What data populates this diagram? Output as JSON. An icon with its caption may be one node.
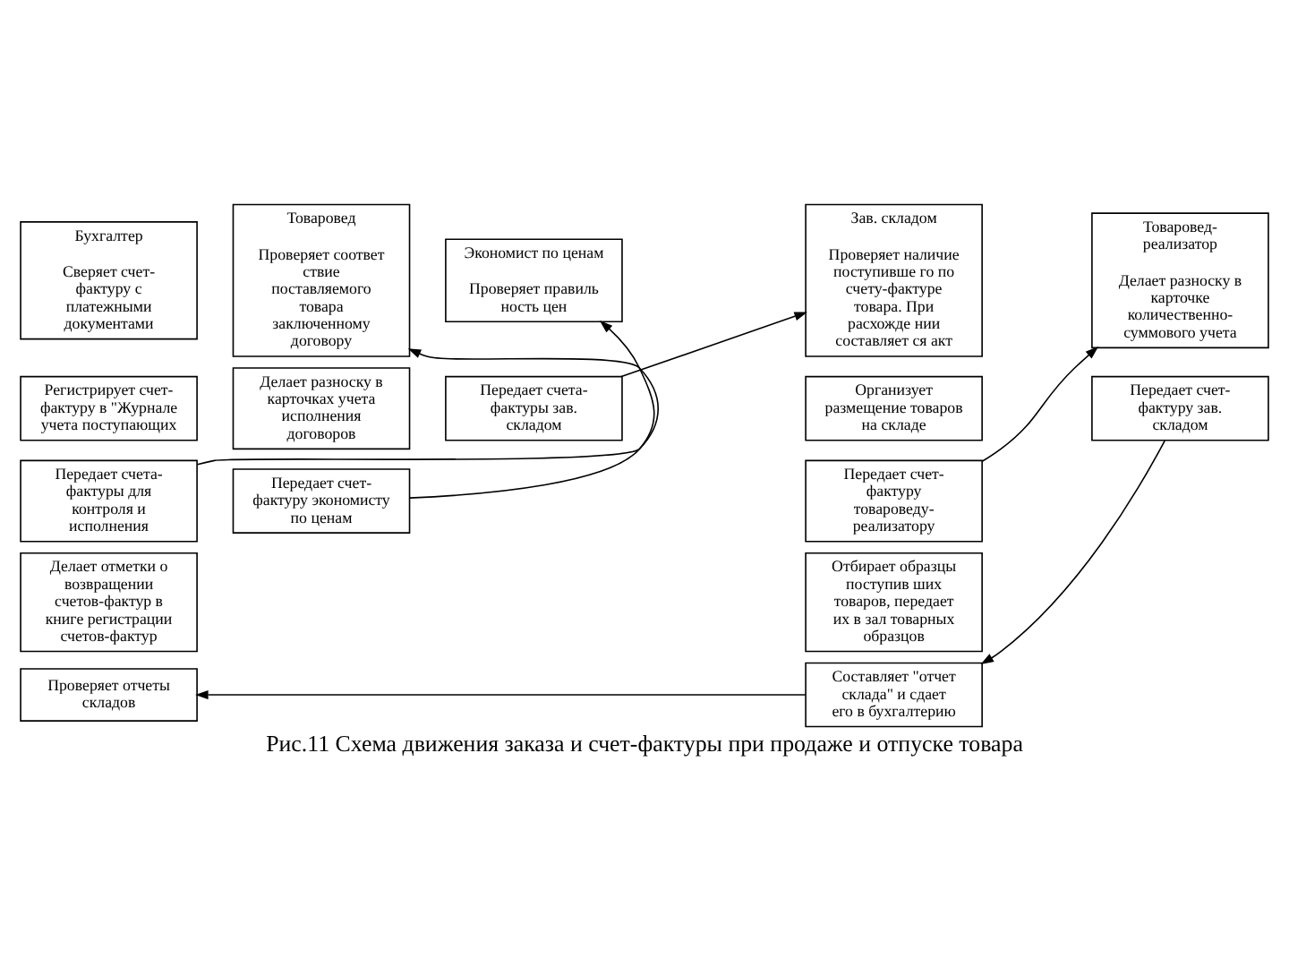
{
  "diagram": {
    "caption": "Рис.11 Схема движения заказа и счет-фактуры при продаже и отпуске товара",
    "nodes": [
      {
        "text": [
          "Бухгалтер",
          "Сверяет счет-фактуру с платежными документами"
        ]
      },
      {
        "text": [
          "Регистрирует счет-фактуру в \"Журнале учета поступающих"
        ]
      },
      {
        "text": [
          "Передает счета-фактуры для контроля и исполнения"
        ]
      },
      {
        "text": [
          "Делает отметки о возвращении счетов-фактур в книге регистрации счетов-фактур"
        ]
      },
      {
        "text": [
          "Проверяет отчеты складов"
        ]
      },
      {
        "text": [
          "Товаровед",
          "Проверяет соответ ствие поставляемого товара заключенному договору"
        ]
      },
      {
        "text": [
          "Делает разноску в карточках учета исполнения договоров"
        ]
      },
      {
        "text": [
          "Передает счет-фактуру экономисту по ценам"
        ]
      },
      {
        "text": [
          "Экономист по ценам",
          "Проверяет правиль ность цен"
        ]
      },
      {
        "text": [
          "Передает счета-фактуры зав. складом"
        ]
      },
      {
        "text": [
          "Зав. складом",
          "Проверяет наличие поступивше го по счету-фактуре товара. При расхожде нии составляет ся акт"
        ]
      },
      {
        "text": [
          "Организует размещение товаров на складе"
        ]
      },
      {
        "text": [
          "Передает счет-фактуру товароведу-реализатору"
        ]
      },
      {
        "text": [
          "Отбирает образцы поступив ших товаров, передает их в зал товарных образцов"
        ]
      },
      {
        "text": [
          "Составляет \"отчет склада\" и сдает его в бухгалтерию"
        ]
      },
      {
        "text": [
          "Товаровед-реализатор",
          "Делает разноску в карточке количественно-суммового учета"
        ]
      },
      {
        "text": [
          "Передает счет-фактуру зав. складом"
        ]
      }
    ],
    "edges": [
      {
        "from": 2,
        "to": 5,
        "arrow": "to"
      },
      {
        "from": 7,
        "to": 8,
        "arrow": "to"
      },
      {
        "from": 9,
        "to": 10,
        "arrow": "to"
      },
      {
        "from": 12,
        "to": 15,
        "arrow": "to"
      },
      {
        "from": 16,
        "to": 14,
        "arrow": "to"
      },
      {
        "from": 14,
        "to": 4,
        "arrow": "to"
      }
    ]
  }
}
